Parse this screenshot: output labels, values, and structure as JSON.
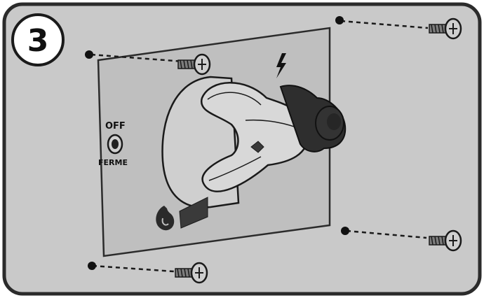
{
  "step": {
    "number": "3"
  },
  "panel": {
    "switch_off_label": "OFF",
    "switch_off_label_fr": "FERME"
  },
  "icons": [
    "step-badge",
    "spark-icon",
    "flame-icon",
    "screw-icon",
    "screw-hole-dot"
  ],
  "colors": {
    "frame_fill": "#c9c9c9",
    "frame_stroke": "#2b2b2b",
    "panel_fill": "#bfbfbf",
    "knob_fill": "#d6d6d6",
    "button_fill": "#2e2e2e",
    "screw_fill": "#cfcfcf"
  }
}
